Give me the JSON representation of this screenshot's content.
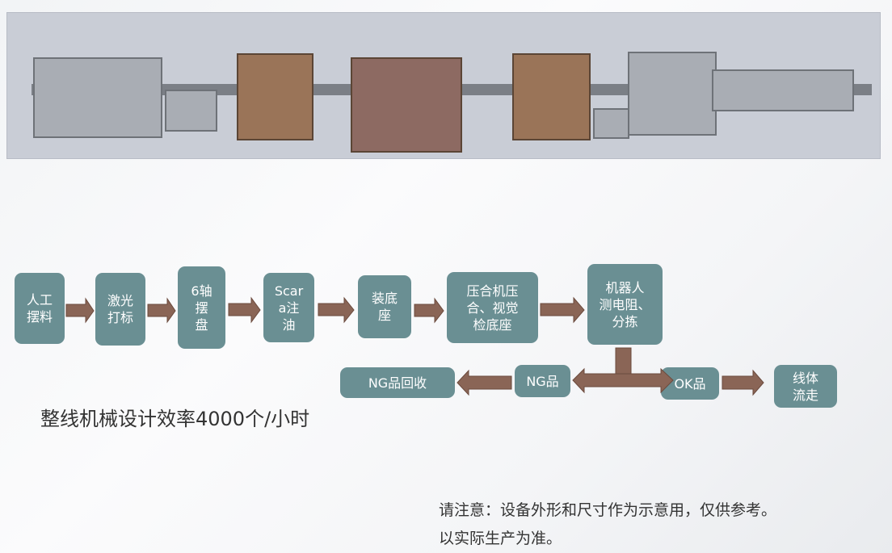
{
  "flow": {
    "steps": [
      "人工\n摆料",
      "激光\n打标",
      "6轴\n摆\n盘",
      "Scar\na注\n油",
      "装底\n座",
      "压合机压\n合、视觉\n检底座",
      "机器人\n测电阻、\n分拣"
    ],
    "ng_item": "NG品",
    "ng_recycle": "NG品回收",
    "ok_item": "OK品",
    "line_out": "线体\n流走"
  },
  "efficiency": "整线机械设计效率4000个/小时",
  "note": {
    "line1": "请注意：设备外形和尺寸作为示意用，仅供参考。",
    "line2": "以实际生产为准。"
  },
  "colors": {
    "box": "#6a8f93",
    "arrow": "#8a6556"
  }
}
